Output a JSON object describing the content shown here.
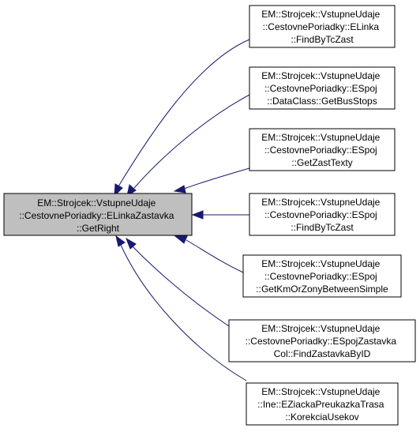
{
  "colors": {
    "main_node_fill": "#bfbfbf",
    "node_fill": "#ffffff",
    "node_stroke": "#000000",
    "edge": "#191970"
  },
  "main_node": {
    "lines": [
      "EM::Strojcek::VstupneUdaje",
      "::CestovnePoriadky::ELinkaZastavka",
      "::GetRight"
    ]
  },
  "callers": [
    {
      "lines": [
        "EM::Strojcek::VstupneUdaje",
        "::CestovnePoriadky::ELinka",
        "::FindByTcZast"
      ]
    },
    {
      "lines": [
        "EM::Strojcek::VstupneUdaje",
        "::CestovnePoriadky::ESpoj",
        "::DataClass::GetBusStops"
      ]
    },
    {
      "lines": [
        "EM::Strojcek::VstupneUdaje",
        "::CestovnePoriadky::ESpoj",
        "::GetZastTexty"
      ]
    },
    {
      "lines": [
        "EM::Strojcek::VstupneUdaje",
        "::CestovnePoriadky::ESpoj",
        "::FindByTcZast"
      ]
    },
    {
      "lines": [
        "EM::Strojcek::VstupneUdaje",
        "::CestovnePoriadky::ESpoj",
        "::GetKmOrZonyBetweenSimple"
      ]
    },
    {
      "lines": [
        "EM::Strojcek::VstupneUdaje",
        "::CestovnePoriadky::ESpojZastavka",
        "Col::FindZastavkaByID"
      ]
    },
    {
      "lines": [
        "EM::Strojcek::VstupneUdaje",
        "::Ine::EZiackaPreukazkaTrasa",
        "::KorekciaUsekov"
      ]
    }
  ]
}
